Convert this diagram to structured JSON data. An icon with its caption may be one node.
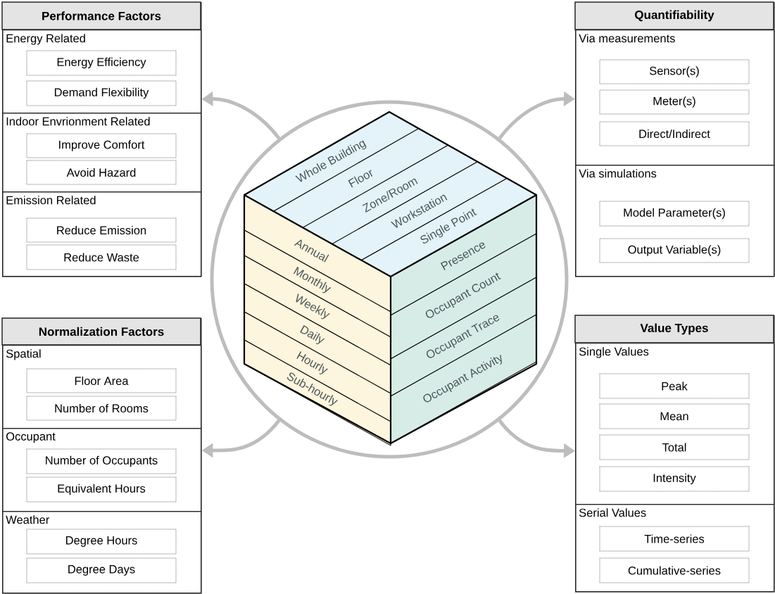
{
  "diagram": {
    "nodes": [
      {
        "text": [
          "Performance Factors"
        ]
      },
      {
        "text": [
          "Energy Related"
        ],
        "in": 0
      },
      {
        "text": [
          "Energy Efficiency"
        ],
        "in": 1
      },
      {
        "text": [
          "Demand Flexibility"
        ],
        "in": 1
      },
      {
        "text": [
          "Indoor Envrionment Related"
        ],
        "in": 0
      },
      {
        "text": [
          "Improve Comfort"
        ],
        "in": 4
      },
      {
        "text": [
          "Avoid Hazard"
        ],
        "in": 4
      },
      {
        "text": [
          "Emission Related"
        ],
        "in": 0
      },
      {
        "text": [
          "Reduce Emission"
        ],
        "in": 7
      },
      {
        "text": [
          "Reduce Waste"
        ],
        "in": 7
      },
      {
        "text": [
          "Quantifiability"
        ]
      },
      {
        "text": [
          "Via measurements"
        ],
        "in": 10
      },
      {
        "text": [
          "Sensor(s)"
        ],
        "in": 11
      },
      {
        "text": [
          "Meter(s)"
        ],
        "in": 11
      },
      {
        "text": [
          "Direct/Indirect"
        ],
        "in": 11
      },
      {
        "text": [
          "Via simulations"
        ],
        "in": 10
      },
      {
        "text": [
          "Model Parameter(s)"
        ],
        "in": 15
      },
      {
        "text": [
          "Output Variable(s)"
        ],
        "in": 15
      },
      {
        "text": [],
        "shape": "circle"
      },
      {
        "text": [
          "Whole Building"
        ],
        "in": 18
      },
      {
        "text": [
          "Floor"
        ],
        "in": 18
      },
      {
        "text": [
          "Zone/Room"
        ],
        "in": 18
      },
      {
        "text": [
          "Workstation"
        ],
        "in": 18
      },
      {
        "text": [
          "Single Point"
        ],
        "in": 18
      },
      {
        "text": [
          "Annual"
        ],
        "in": 18
      },
      {
        "text": [
          "Monthly"
        ],
        "in": 18
      },
      {
        "text": [
          "Weekly"
        ],
        "in": 18
      },
      {
        "text": [
          "Daily"
        ],
        "in": 18
      },
      {
        "text": [
          "Hourly"
        ],
        "in": 18
      },
      {
        "text": [
          "Sub-hourly"
        ],
        "in": 18
      },
      {
        "text": [
          "Presence"
        ],
        "in": 18
      },
      {
        "text": [
          "Occupant Count"
        ],
        "in": 18
      },
      {
        "text": [
          "Occupant Trace"
        ],
        "in": 18
      },
      {
        "text": [
          "Occupant Activity"
        ],
        "in": 18
      },
      {
        "text": [
          "Normalization Factors"
        ]
      },
      {
        "text": [
          "Spatial"
        ],
        "in": 34
      },
      {
        "text": [
          "Floor Area"
        ],
        "in": 35
      },
      {
        "text": [
          "Number of Rooms"
        ],
        "in": 35
      },
      {
        "text": [
          "Occupant"
        ],
        "in": 34
      },
      {
        "text": [
          "Number of Occupants"
        ],
        "in": 38
      },
      {
        "text": [
          "Equivalent Hours"
        ],
        "in": 38
      },
      {
        "text": [
          "Weather"
        ],
        "in": 34
      },
      {
        "text": [
          "Degree Hours"
        ],
        "in": 41
      },
      {
        "text": [
          "Degree Days"
        ],
        "in": 41
      },
      {
        "text": [
          "Value Types"
        ]
      },
      {
        "text": [
          "Single Values"
        ],
        "in": 44
      },
      {
        "text": [
          "Peak"
        ],
        "in": 45
      },
      {
        "text": [
          "Mean"
        ],
        "in": 45
      },
      {
        "text": [
          "Total"
        ],
        "in": 45
      },
      {
        "text": [
          "Intensity"
        ],
        "in": 45
      },
      {
        "text": [
          "Serial Values"
        ],
        "in": 44
      },
      {
        "text": [
          "Time-series"
        ],
        "in": 50
      },
      {
        "text": [
          "Cumulative-series"
        ],
        "in": 50
      }
    ],
    "edges": [
      {
        "from": 18,
        "to": 0,
        "arrow": "to"
      },
      {
        "from": 18,
        "to": 10,
        "arrow": "to"
      },
      {
        "from": 18,
        "to": 34,
        "arrow": "to"
      },
      {
        "from": 18,
        "to": 44,
        "arrow": "to"
      }
    ]
  }
}
